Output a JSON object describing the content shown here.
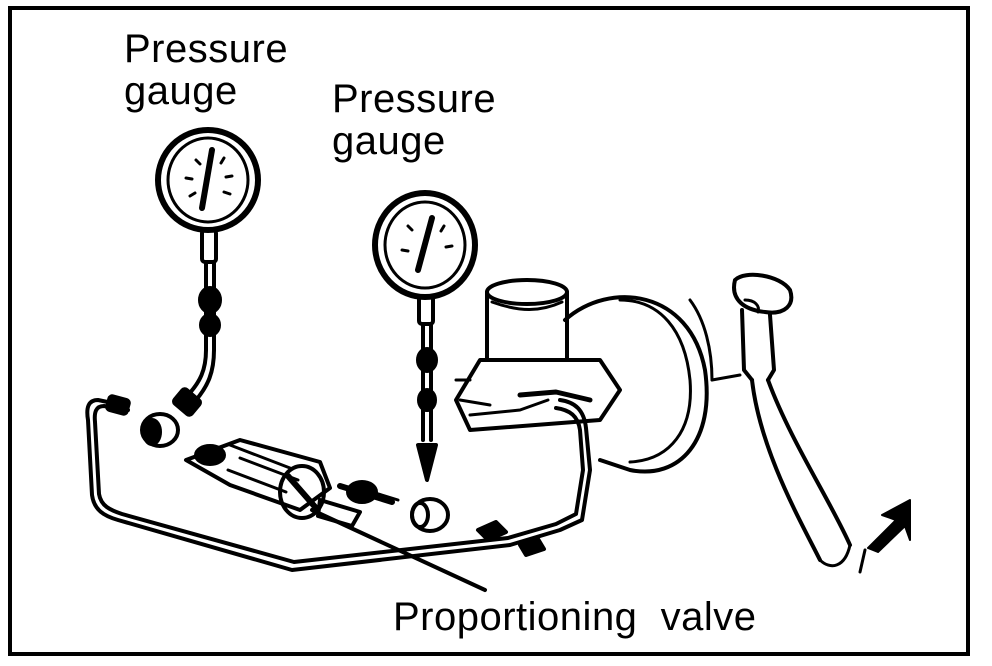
{
  "labels": {
    "gauge_left": "Pressure\ngauge",
    "gauge_right": "Pressure\ngauge",
    "valve": "Proportioning  valve"
  },
  "colors": {
    "ink": "#000000",
    "paper": "#ffffff"
  }
}
